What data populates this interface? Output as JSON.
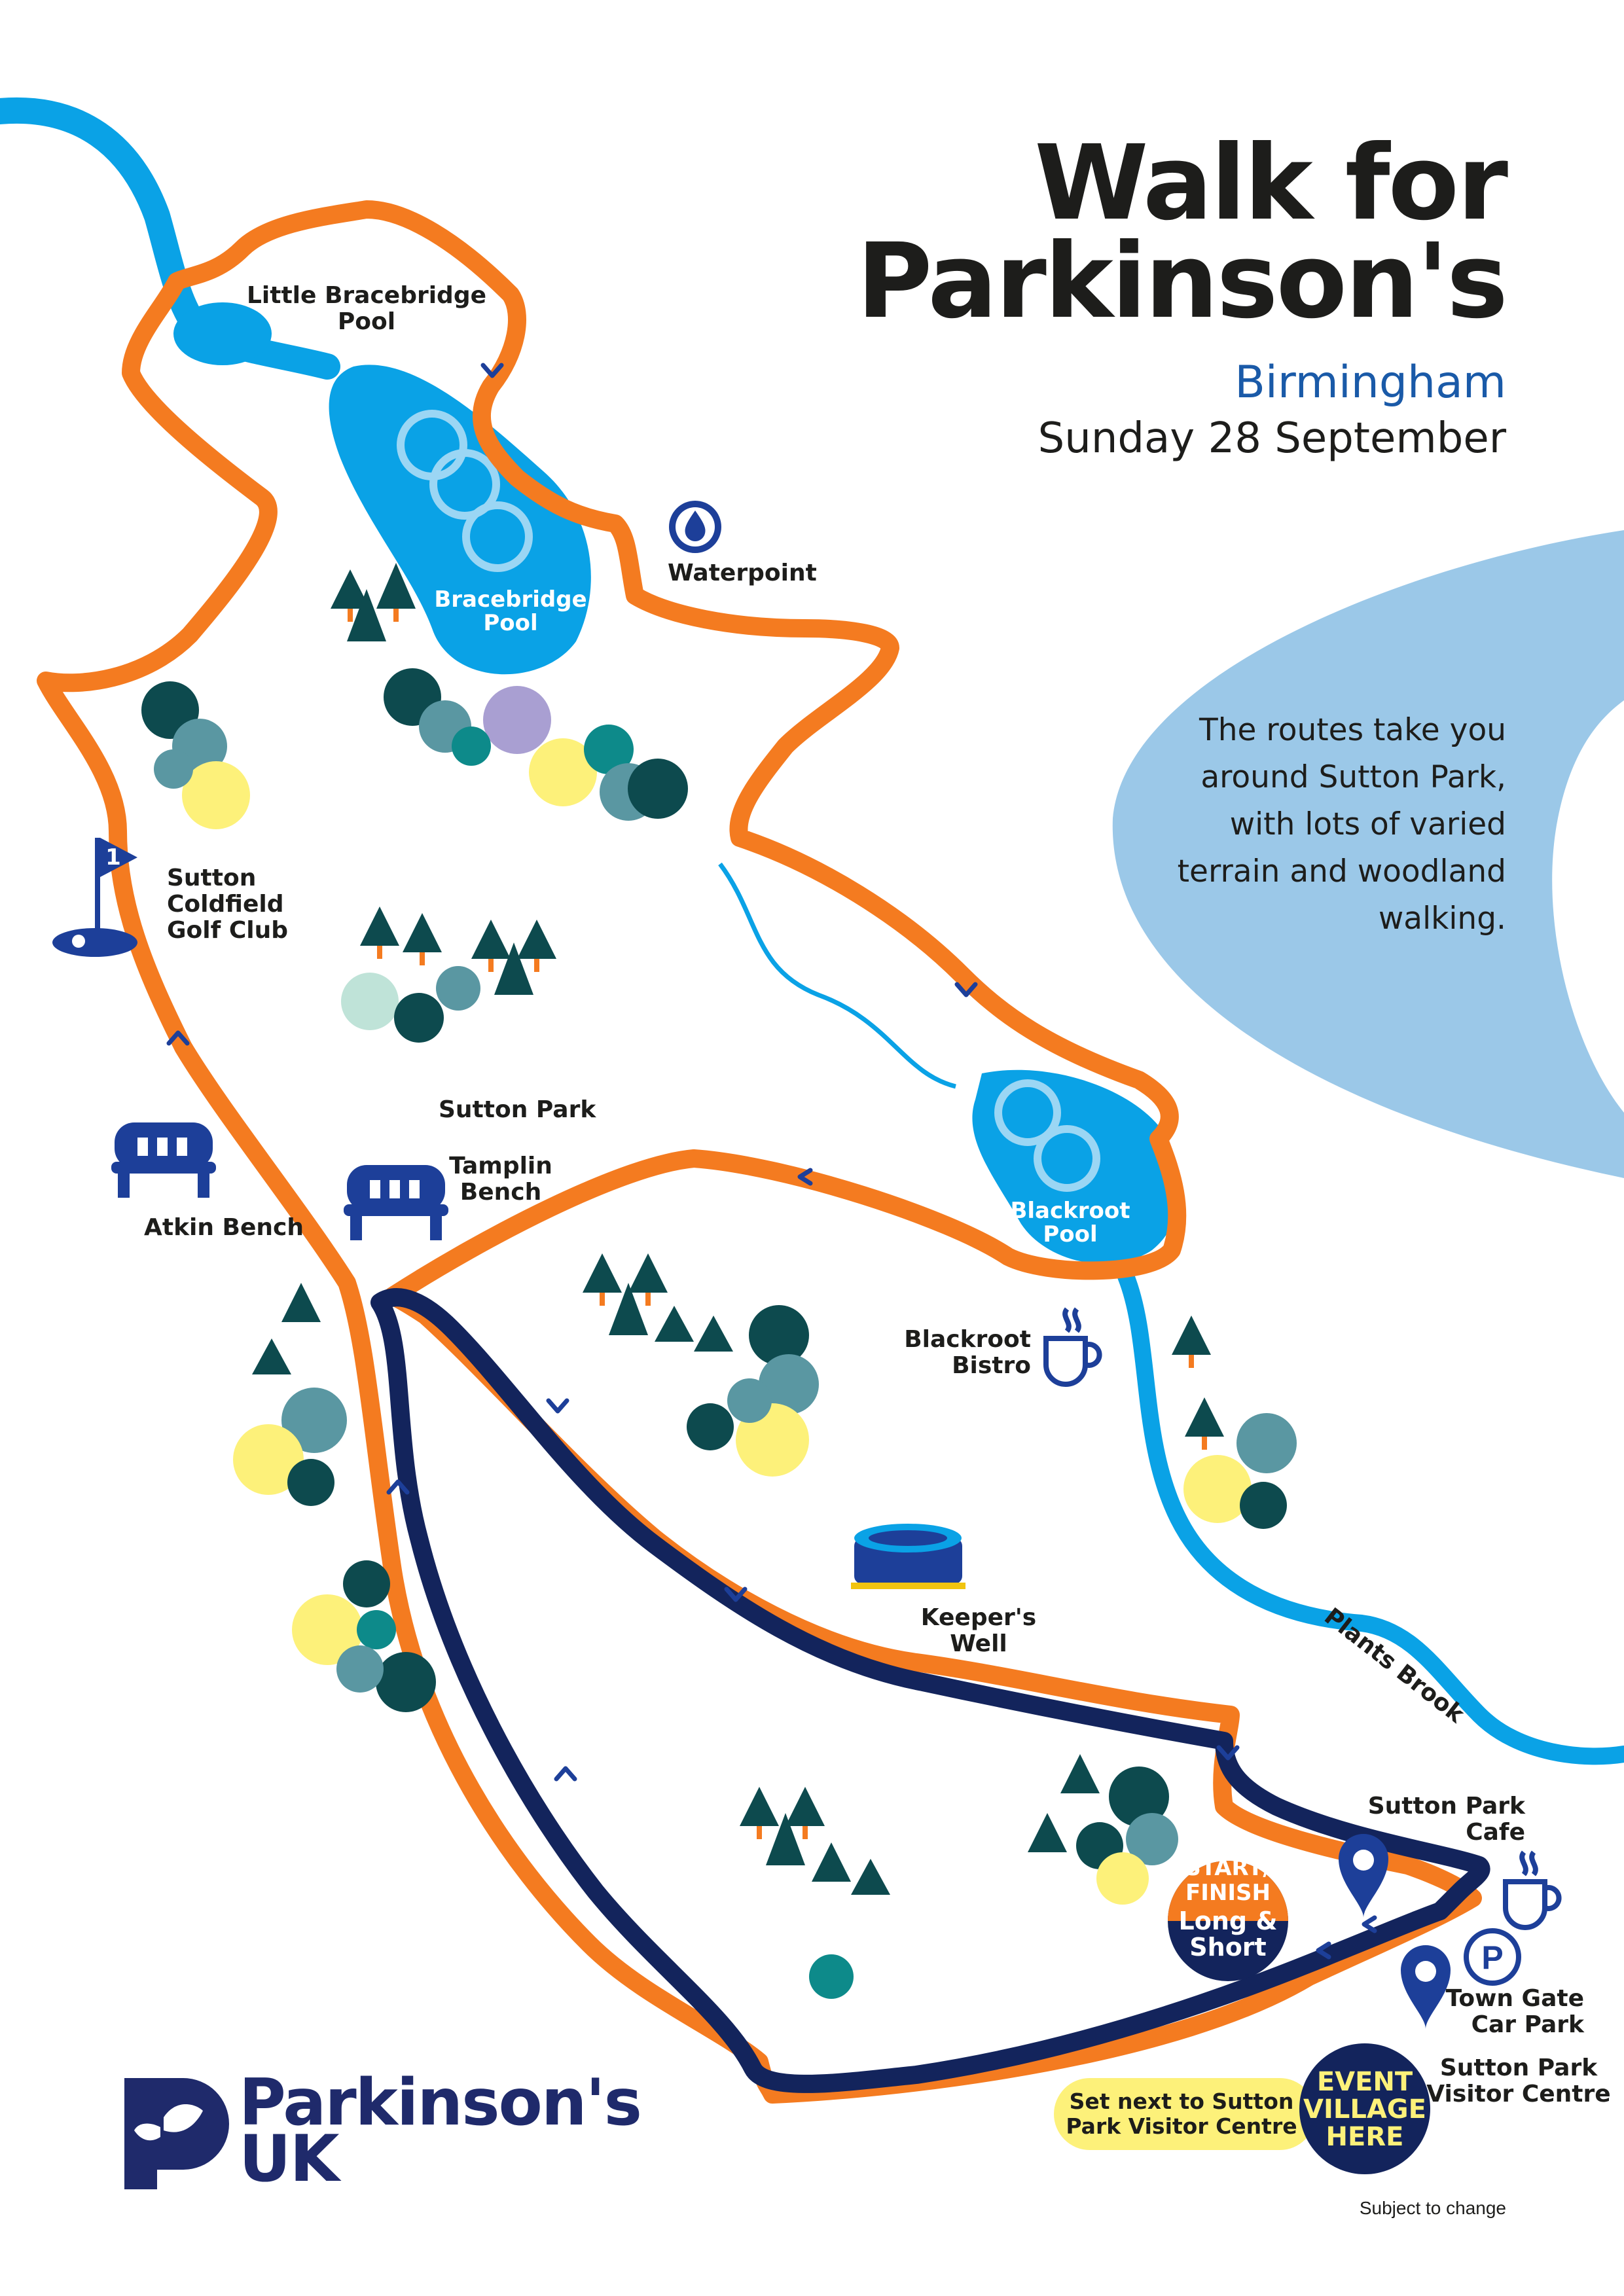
{
  "title": "Walk for\nParkinson's",
  "city": "Birmingham",
  "date": "Sunday 28 September",
  "description": "The routes take you around Sutton Park, with lots of varied terrain and woodland walking.",
  "map_labels": {
    "little_bracebridge": "Little Bracebridge\nPool",
    "bracebridge": "Bracebridge\nPool",
    "waterpoint": "Waterpoint",
    "golf_club": "Sutton\nColdfield\nGolf Club",
    "sutton_park": "Sutton Park",
    "tamplin_bench": "Tamplin\nBench",
    "atkin_bench": "Atkin Bench",
    "blackroot_pool": "Blackroot\nPool",
    "blackroot_bistro": "Blackroot\nBistro",
    "keepers_well": "Keeper's\nWell",
    "plants_brook": "Plants Brook",
    "sutton_park_cafe": "Sutton Park\nCafe",
    "town_gate": "Town Gate\nCar Park",
    "visitor_centre": "Sutton Park\nVisitor Centre"
  },
  "badges": {
    "start_top": "START/\nFINISH",
    "start_bottom": "Long &\nShort",
    "event": "EVENT\nVILLAGE\nHERE",
    "event_note": "Set next to Sutton\nPark Visitor Centre",
    "golf_flag": "1"
  },
  "logo": "Parkinson's\nUK",
  "footnote": "Subject to change",
  "icons": [
    "water-drop-icon",
    "golf-flag-icon",
    "bench-icon",
    "cup-icon",
    "parking-icon",
    "location-pin-icon",
    "tree-icon",
    "well-icon",
    "direction-arrow-icon"
  ],
  "colors": {
    "long_route": "#f47b20",
    "short_route": "#13245c",
    "water": "#0aa2e6",
    "light_water": "#9bc8e8",
    "navy": "#1d3f99",
    "dark_text": "#1d1d1b",
    "city_blue": "#1a5aa8",
    "tree_dark": "#0d4a4e",
    "tree_teal": "#5a97a2",
    "tree_yellow": "#fdf17a"
  }
}
